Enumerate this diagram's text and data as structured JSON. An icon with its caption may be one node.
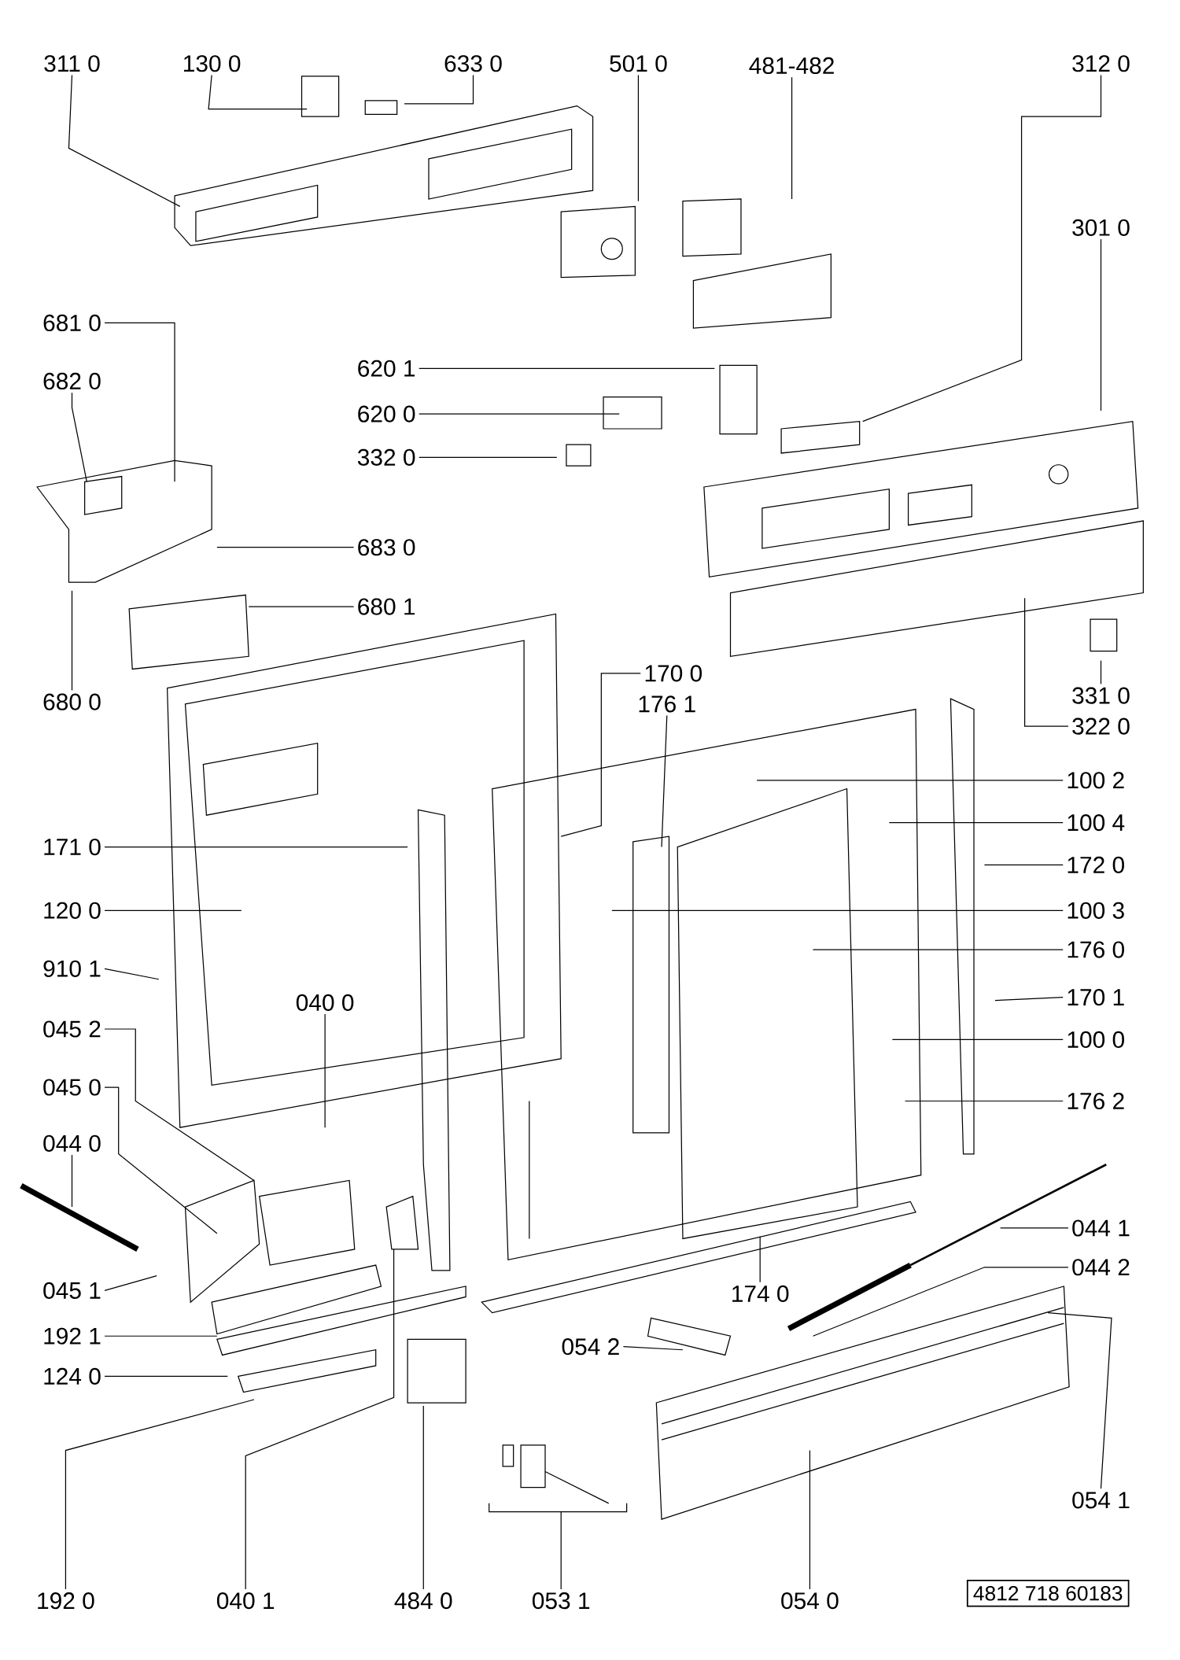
{
  "diagram": {
    "nodes": [
      {
        "text": [
          "311 0"
        ]
      },
      {
        "text": [
          "130 0"
        ]
      },
      {
        "text": [
          "633 0"
        ]
      },
      {
        "text": [
          "501 0"
        ]
      },
      {
        "text": [
          "481-482"
        ]
      },
      {
        "text": [
          "312 0"
        ]
      },
      {
        "text": [
          "301 0"
        ]
      },
      {
        "text": [
          "681 0"
        ]
      },
      {
        "text": [
          "682 0"
        ]
      },
      {
        "text": [
          "620 1"
        ]
      },
      {
        "text": [
          "620 0"
        ]
      },
      {
        "text": [
          "332 0"
        ]
      },
      {
        "text": [
          "683 0"
        ]
      },
      {
        "text": [
          "680 1"
        ]
      },
      {
        "text": [
          "680 0"
        ]
      },
      {
        "text": [
          "170 0"
        ]
      },
      {
        "text": [
          "176 1"
        ]
      },
      {
        "text": [
          "331 0"
        ]
      },
      {
        "text": [
          "322 0"
        ]
      },
      {
        "text": [
          "100 2"
        ]
      },
      {
        "text": [
          "100 4"
        ]
      },
      {
        "text": [
          "171 0"
        ]
      },
      {
        "text": [
          "172 0"
        ]
      },
      {
        "text": [
          "120 0"
        ]
      },
      {
        "text": [
          "100 3"
        ]
      },
      {
        "text": [
          "176 0"
        ]
      },
      {
        "text": [
          "910 1"
        ]
      },
      {
        "text": [
          "040 0"
        ]
      },
      {
        "text": [
          "170 1"
        ]
      },
      {
        "text": [
          "045 2"
        ]
      },
      {
        "text": [
          "100 0"
        ]
      },
      {
        "text": [
          "045 0"
        ]
      },
      {
        "text": [
          "176 2"
        ]
      },
      {
        "text": [
          "044 0"
        ]
      },
      {
        "text": [
          "044 1"
        ]
      },
      {
        "text": [
          "174 0"
        ]
      },
      {
        "text": [
          "044 2"
        ]
      },
      {
        "text": [
          "045 1"
        ]
      },
      {
        "text": [
          "192 1"
        ]
      },
      {
        "text": [
          "054 2"
        ]
      },
      {
        "text": [
          "124 0"
        ]
      },
      {
        "text": [
          "054 1"
        ]
      },
      {
        "text": [
          "192 0"
        ]
      },
      {
        "text": [
          "040 1"
        ]
      },
      {
        "text": [
          "484 0"
        ]
      },
      {
        "text": [
          "053 1"
        ]
      },
      {
        "text": [
          "054 0"
        ]
      },
      {
        "text": [
          "4812 718 60183"
        ]
      }
    ],
    "edges": [
      {
        "from": 0,
        "to": null,
        "arrow": "none"
      },
      {
        "from": 1,
        "to": null,
        "arrow": "none"
      },
      {
        "from": 2,
        "to": null,
        "arrow": "none"
      },
      {
        "from": 3,
        "to": null,
        "arrow": "none"
      },
      {
        "from": 4,
        "to": null,
        "arrow": "none"
      },
      {
        "from": 5,
        "to": null,
        "arrow": "none"
      },
      {
        "from": 6,
        "to": null,
        "arrow": "none"
      },
      {
        "from": 7,
        "to": null,
        "arrow": "none"
      },
      {
        "from": 8,
        "to": null,
        "arrow": "none"
      },
      {
        "from": 9,
        "to": null,
        "arrow": "none"
      },
      {
        "from": 10,
        "to": null,
        "arrow": "none"
      },
      {
        "from": 11,
        "to": null,
        "arrow": "none"
      },
      {
        "from": 12,
        "to": null,
        "arrow": "none"
      },
      {
        "from": 13,
        "to": null,
        "arrow": "none"
      },
      {
        "from": 14,
        "to": null,
        "arrow": "none"
      },
      {
        "from": 15,
        "to": null,
        "arrow": "none"
      },
      {
        "from": 16,
        "to": null,
        "arrow": "none"
      },
      {
        "from": 17,
        "to": null,
        "arrow": "none"
      },
      {
        "from": 18,
        "to": null,
        "arrow": "none"
      },
      {
        "from": 19,
        "to": null,
        "arrow": "none"
      },
      {
        "from": 20,
        "to": null,
        "arrow": "none"
      },
      {
        "from": 21,
        "to": null,
        "arrow": "none"
      },
      {
        "from": 22,
        "to": null,
        "arrow": "none"
      },
      {
        "from": 23,
        "to": null,
        "arrow": "none"
      },
      {
        "from": 24,
        "to": null,
        "arrow": "none"
      },
      {
        "from": 25,
        "to": null,
        "arrow": "none"
      },
      {
        "from": 26,
        "to": null,
        "arrow": "none"
      },
      {
        "from": 27,
        "to": null,
        "arrow": "none"
      },
      {
        "from": 28,
        "to": null,
        "arrow": "none"
      },
      {
        "from": 29,
        "to": null,
        "arrow": "none"
      },
      {
        "from": 30,
        "to": null,
        "arrow": "none"
      },
      {
        "from": 31,
        "to": null,
        "arrow": "none"
      },
      {
        "from": 32,
        "to": null,
        "arrow": "none"
      },
      {
        "from": 33,
        "to": null,
        "arrow": "none"
      },
      {
        "from": 34,
        "to": null,
        "arrow": "none"
      },
      {
        "from": 35,
        "to": null,
        "arrow": "none"
      },
      {
        "from": 36,
        "to": null,
        "arrow": "none"
      },
      {
        "from": 37,
        "to": null,
        "arrow": "none"
      },
      {
        "from": 38,
        "to": null,
        "arrow": "none"
      },
      {
        "from": 39,
        "to": null,
        "arrow": "none"
      },
      {
        "from": 40,
        "to": null,
        "arrow": "none"
      },
      {
        "from": 41,
        "to": null,
        "arrow": "none"
      },
      {
        "from": 42,
        "to": null,
        "arrow": "none"
      },
      {
        "from": 43,
        "to": null,
        "arrow": "none"
      },
      {
        "from": 44,
        "to": null,
        "arrow": "none"
      },
      {
        "from": 45,
        "to": null,
        "arrow": "none"
      },
      {
        "from": 46,
        "to": null,
        "arrow": "none"
      }
    ]
  }
}
